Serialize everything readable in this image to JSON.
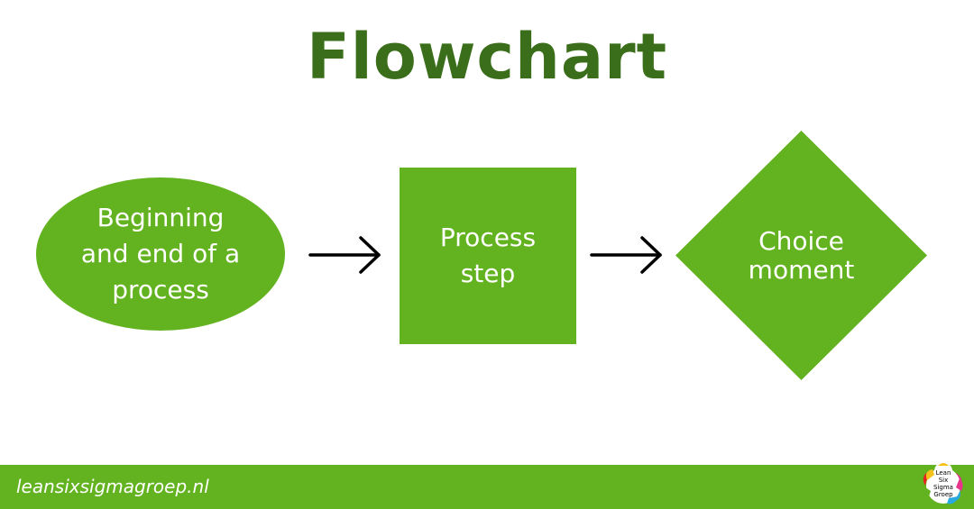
{
  "title": "Flowchart",
  "shapes": {
    "oval": {
      "label_lines": [
        "Beginning",
        "and end of a",
        "process"
      ]
    },
    "square": {
      "label_lines": [
        "Process",
        "step"
      ]
    },
    "diamond": {
      "label_lines": [
        "Choice",
        "moment"
      ]
    }
  },
  "footer": {
    "url": "leansixsigmagroep.nl",
    "logo_text": [
      "Lean",
      "Six",
      "Sigma",
      "Groep"
    ]
  },
  "colors": {
    "title": "#3a6e1a",
    "shape_fill": "#63b321",
    "footer_bar": "#63b321",
    "shape_text": "#ffffff",
    "arrow": "#000000"
  },
  "icons": {
    "arrow_1": "right-arrow-icon",
    "arrow_2": "right-arrow-icon",
    "logo": "lean-six-sigma-groep-logo"
  }
}
